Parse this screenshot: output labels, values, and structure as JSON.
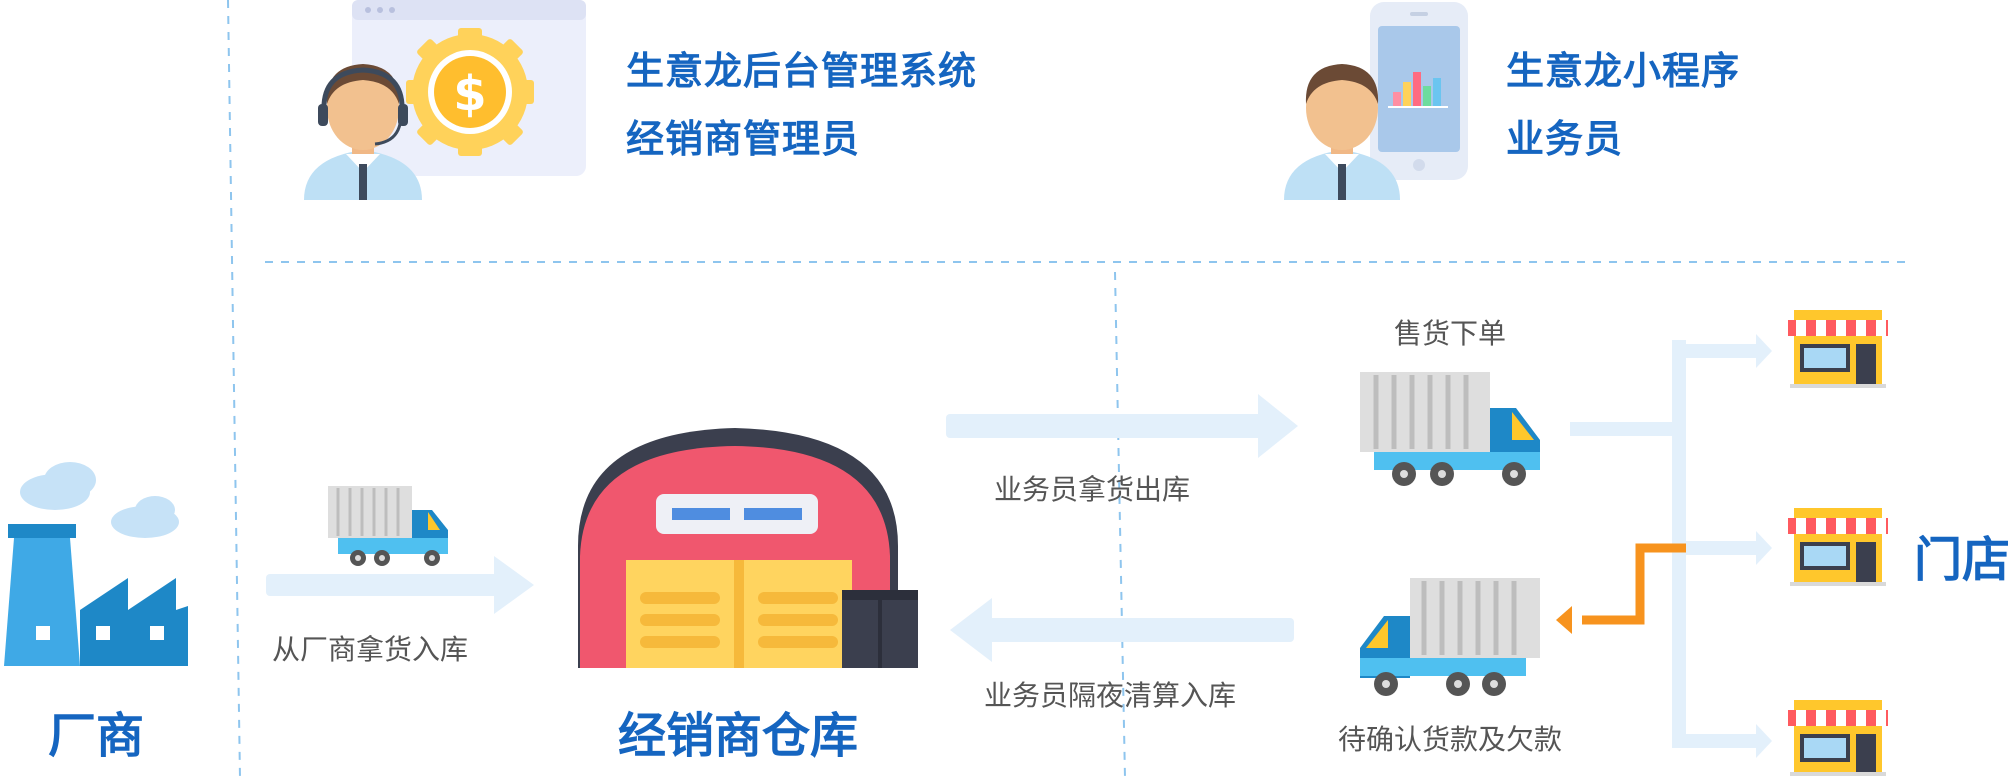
{
  "top": {
    "admin": {
      "line1": "生意龙后台管理系统",
      "line2": "经销商管理员"
    },
    "sales": {
      "line1": "生意龙小程序",
      "line2": "业务员"
    }
  },
  "nodes": {
    "factory": "厂商",
    "warehouse": "经销商仓库",
    "stores": "门店"
  },
  "flows": {
    "inbound_from_factory": "从厂商拿货入库",
    "salesman_outbound": "业务员拿货出库",
    "salesman_return": "业务员隔夜清算入库",
    "sell_order": "售货下单",
    "confirm_payment": "待确认货款及欠款"
  },
  "icons": {
    "dollar_symbol": "$"
  },
  "colors": {
    "title_blue": "#1565c0",
    "light_arrow": "#e3f0fb",
    "orange_arrow": "#f7931e",
    "dashed_line": "#8ec5ee"
  }
}
